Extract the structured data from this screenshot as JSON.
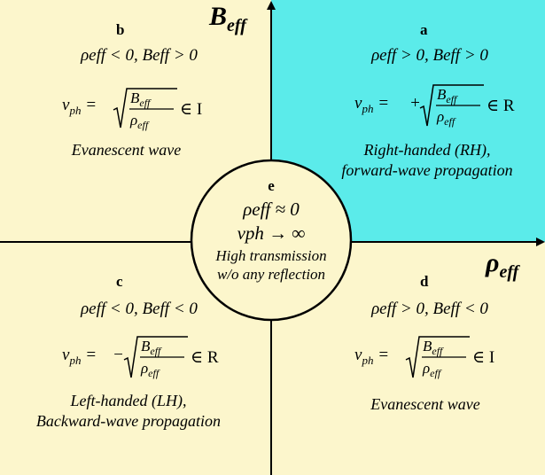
{
  "axes": {
    "y_label_main": "B",
    "y_label_sub": "eff",
    "x_label_main": "ρ",
    "x_label_sub": "eff"
  },
  "quadrants": {
    "a": {
      "letter": "a",
      "condition": "ρeff > 0, Beff > 0",
      "vph_sign": "+",
      "vph_set": "∈ R",
      "description_line1": "Right-handed (RH),",
      "description_line2": "forward-wave propagation",
      "color": "#5bebea"
    },
    "b": {
      "letter": "b",
      "condition": "ρeff < 0, Beff > 0",
      "vph_sign": "",
      "vph_set": "∈ I",
      "description_line1": "Evanescent wave",
      "color": "#fcf6cc"
    },
    "c": {
      "letter": "c",
      "condition": "ρeff < 0, Beff < 0",
      "vph_sign": "−",
      "vph_set": "∈ R",
      "description_line1": "Left-handed (LH),",
      "description_line2": "Backward-wave propagation",
      "color": "#fcf6cc"
    },
    "d": {
      "letter": "d",
      "condition": "ρeff > 0, Beff < 0",
      "vph_sign": "",
      "vph_set": "∈ I",
      "description_line1": "Evanescent wave",
      "color": "#fcf6cc"
    }
  },
  "center": {
    "letter": "e",
    "line1": "ρeff ≈ 0",
    "line2": "νph → ∞",
    "line3": "High transmission",
    "line4": "w/o any reflection"
  },
  "formula": {
    "lhs": "νph =",
    "numerator": "Beff",
    "denominator": "ρeff"
  }
}
